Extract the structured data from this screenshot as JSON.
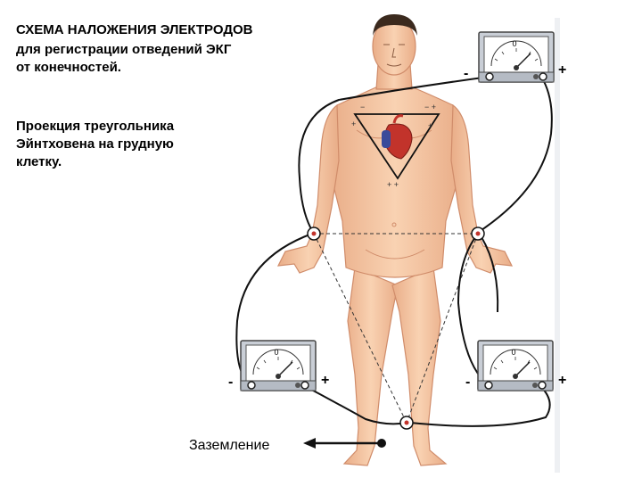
{
  "text": {
    "title": "СХЕМА НАЛОЖЕНИЯ ЭЛЕКТРОДОВ",
    "subtitle_line1": "для регистрации отведений ЭКГ",
    "subtitle_line2": "от конечностей.",
    "projection_line1": "Проекция треугольника",
    "projection_line2": "Эйнтховена на грудную",
    "projection_line3": "клетку.",
    "ground_label": "Заземление"
  },
  "galvanometers": [
    {
      "id": "top-right",
      "zero": "0",
      "minus": "-",
      "plus": "+"
    },
    {
      "id": "bottom-left",
      "zero": "0",
      "minus": "-",
      "plus": "+"
    },
    {
      "id": "bottom-right",
      "zero": "0",
      "minus": "-",
      "plus": "+"
    }
  ],
  "colors": {
    "skin": "#f7c9a4",
    "skin_shadow": "#e8a882",
    "hair": "#3b2a1e",
    "wire": "#111111",
    "meter_body": "#cfd4dc",
    "meter_face": "#ffffff",
    "heart_red": "#c2332b",
    "heart_blue": "#3a4a9a"
  },
  "icons": [
    "galvanometer-icon",
    "heart-icon",
    "electrode-icon",
    "arrow-left-icon"
  ]
}
